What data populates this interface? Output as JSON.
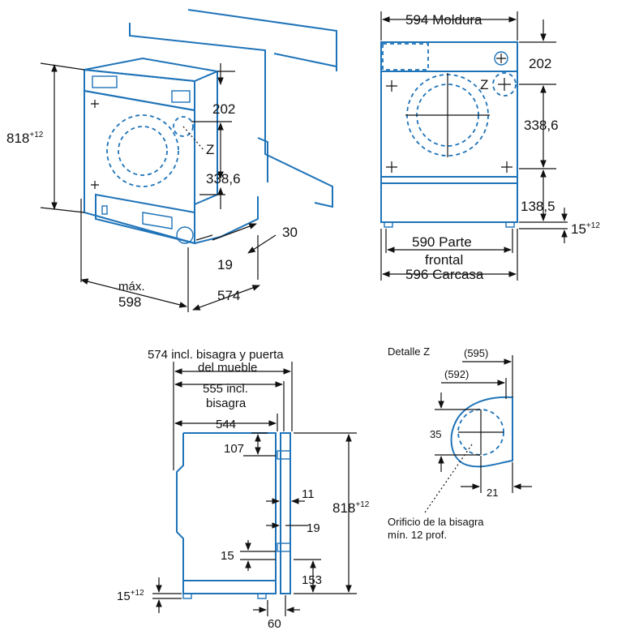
{
  "colors": {
    "outline": "#1e73b8",
    "dimension": "#111111",
    "background": "#ffffff"
  },
  "top_left": {
    "height": "818",
    "height_tolerance": "+12",
    "upper_offset": "202",
    "hinge_offset": "338,6",
    "detail_marker": "Z",
    "door_depth": "30",
    "front_offset": "19",
    "width_max_label": "máx.",
    "width": "598",
    "depth": "574"
  },
  "top_right": {
    "molding_width": "594 Moldura",
    "upper_offset": "202",
    "detail_marker": "Z",
    "hinge_offset": "338,6",
    "lower_offset": "138,5",
    "foot_height": "15",
    "foot_tolerance": "+12",
    "front_width_line1": "590 Parte",
    "front_width_line2": "frontal",
    "casing_width": "596 Carcasa"
  },
  "side_view": {
    "total_depth_line1": "574 incl. bisagra y puerta",
    "total_depth_line2": "del mueble",
    "hinge_depth_line1": "555 incl.",
    "hinge_depth_line2": "bisagra",
    "body_depth": "544",
    "top_hinge": "107",
    "door_gap": "11",
    "hinge_gap": "19",
    "height": "818",
    "height_tolerance": "+12",
    "lower_hinge": "15",
    "bottom_hinge": "153",
    "foot_height": "15",
    "foot_tolerance": "+12",
    "plinth": "60"
  },
  "detail_z": {
    "title": "Detalle Z",
    "outer": "(595)",
    "inner": "(592)",
    "diameter": "35",
    "edge_offset": "21",
    "note_line1": "Orificio de la bisagra",
    "note_line2": "mín. 12 prof."
  }
}
